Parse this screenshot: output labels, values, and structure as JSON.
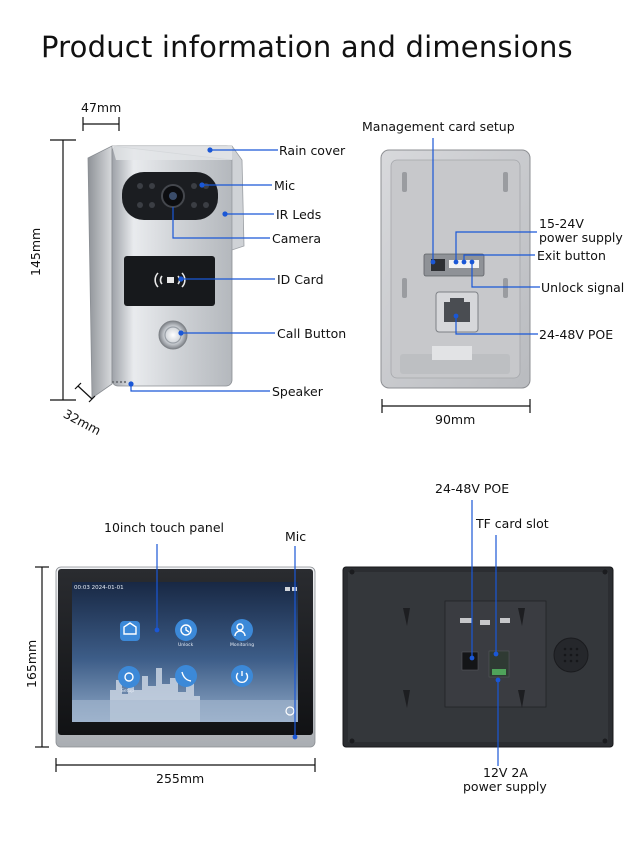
{
  "title": "Product information and dimensions",
  "outdoor_front": {
    "dim_width": "47mm",
    "dim_height": "145mm",
    "dim_depth": "32mm",
    "labels": {
      "rain_cover": "Rain cover",
      "mic": "Mic",
      "ir_leds": "IR Leds",
      "camera": "Camera",
      "id_card": "ID Card",
      "call_button": "Call Button",
      "speaker": "Speaker"
    }
  },
  "outdoor_back": {
    "dim_width": "90mm",
    "labels": {
      "management_card": "Management card setup",
      "power_supply_line1": "15-24V",
      "power_supply_line2": "power supply",
      "exit_button": "Exit button",
      "unlock_signal": "Unlock signal",
      "poe": "24-48V POE"
    }
  },
  "monitor_front": {
    "dim_width": "255mm",
    "dim_height": "165mm",
    "labels": {
      "touch_panel": "10inch touch panel",
      "mic": "Mic"
    },
    "screen": {
      "datetime": "00:03 2024-01-01",
      "apps": [
        "",
        "Unlock",
        "Monitoring",
        "Setup",
        "",
        ""
      ]
    }
  },
  "monitor_back": {
    "labels": {
      "poe": "24-48V POE",
      "tf_card": "TF card slot",
      "power_line1": "12V 2A",
      "power_line2": "power supply"
    }
  },
  "colors": {
    "callout": "#1a57d6",
    "dimension": "#111111",
    "device_silver": "#c9ccd1",
    "device_dark": "#2b2d31"
  }
}
